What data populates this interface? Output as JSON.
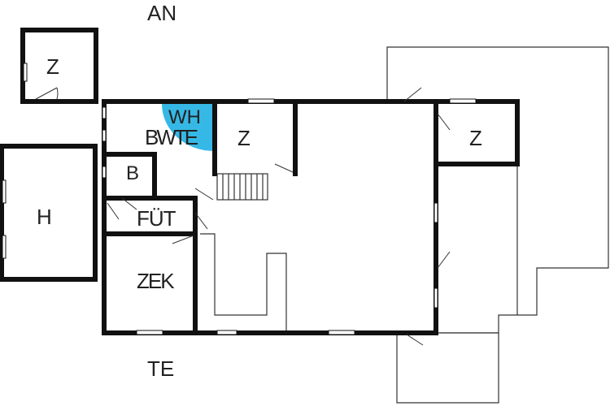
{
  "labels": {
    "north_outside": "AN",
    "south_outside": "TE",
    "shed_room": "Z",
    "left_building": "H",
    "bathroom": "BWTE",
    "water_heater": "WH",
    "bedroom_center": "Z",
    "bedroom_right": "Z",
    "small_room": "B",
    "hallway": "FÜT",
    "kitchen": "ZEK"
  },
  "colors": {
    "wall": "#111111",
    "terrace_line": "#333333",
    "water_heater": "#36b8e6",
    "window_fill": "#ffffff",
    "background": "#ffffff"
  }
}
